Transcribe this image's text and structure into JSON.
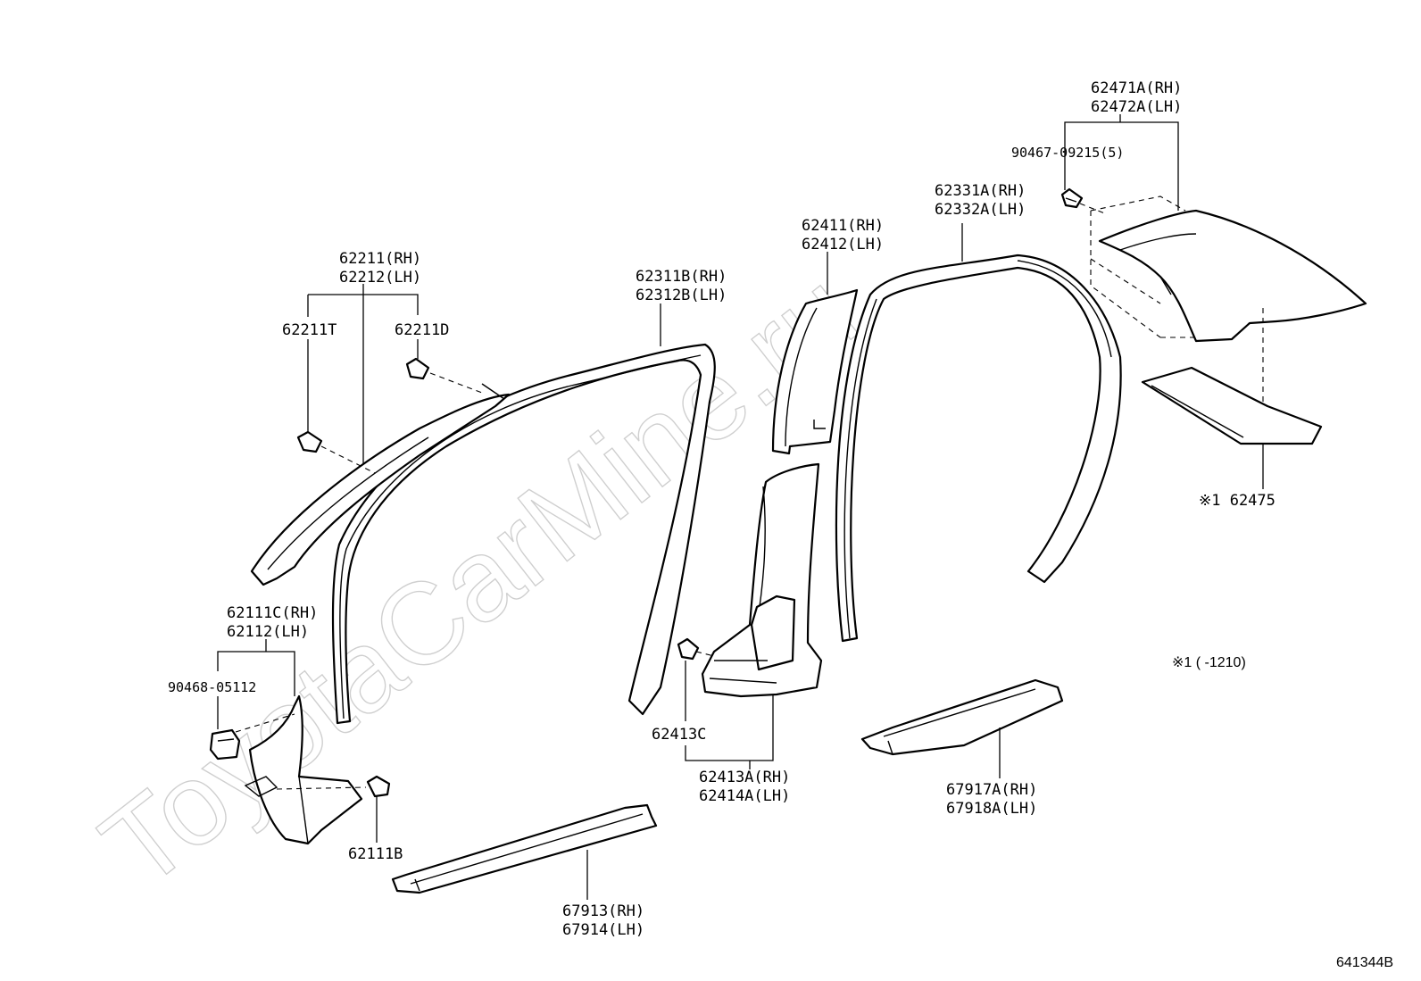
{
  "watermark": "ToyotaCarMine.ru",
  "diagram_id": "641344B",
  "footnote": "※1 (   -1210)",
  "labels": {
    "p62471A": "62471A(RH)",
    "p62472A": "62472A(LH)",
    "p90467": "90467-09215(5)",
    "p62331A": "62331A(RH)",
    "p62332A": "62332A(LH)",
    "p62411": "62411(RH)",
    "p62412": "62412(LH)",
    "p62211": "62211(RH)",
    "p62212": "62212(LH)",
    "p62211T": "62211T",
    "p62211D": "62211D",
    "p62311B": "62311B(RH)",
    "p62312B": "62312B(LH)",
    "p62475": "※1  62475",
    "p62111C": "62111C(RH)",
    "p62112": "62112(LH)",
    "p90468": "90468-05112",
    "p62413C": "62413C",
    "p62413A": "62413A(RH)",
    "p62414A": "62414A(LH)",
    "p62111B": "62111B",
    "p67917A": "67917A(RH)",
    "p67918A": "67918A(LH)",
    "p67913": "67913(RH)",
    "p67914": "67914(LH)"
  }
}
